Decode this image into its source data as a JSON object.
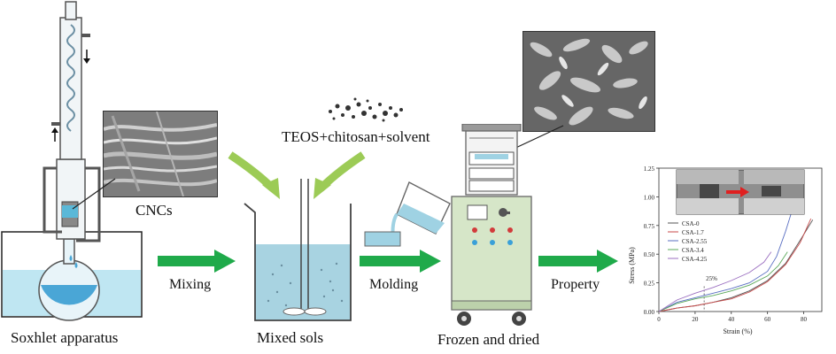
{
  "labels": {
    "soxhlet": "Soxhlet apparatus",
    "cncs": "CNCs",
    "teos": "TEOS+chitosan+solvent",
    "mixed": "Mixed sols",
    "frozen": "Frozen and dried",
    "mixing": "Mixing",
    "molding": "Molding",
    "property": "Property"
  },
  "colors": {
    "arrow_green": "#1faa4a",
    "curved_arrow": "#9ccb56",
    "water": "#bfe6f2",
    "liquid": "#7cc0d8",
    "freezer": "#d6e6c8"
  },
  "chart_data": {
    "type": "line",
    "xlabel": "Strain (%)",
    "ylabel": "Stress (MPa)",
    "xlim": [
      0,
      90
    ],
    "ylim": [
      0,
      1.25
    ],
    "xticks": [
      "0",
      "20",
      "40",
      "60",
      "80"
    ],
    "yticks": [
      "0.00",
      "0.25",
      "0.50",
      "0.75",
      "1.00",
      "1.25"
    ],
    "annotation": "25%",
    "annotation_x": 25,
    "legend_position": "top-left",
    "series": [
      {
        "name": "CSA-0",
        "color": "#555555",
        "x": [
          0,
          10,
          20,
          30,
          40,
          50,
          60,
          70,
          78,
          85
        ],
        "y": [
          0,
          0.03,
          0.05,
          0.08,
          0.12,
          0.18,
          0.27,
          0.42,
          0.62,
          0.8
        ]
      },
      {
        "name": "CSA-1.7",
        "color": "#c84a4a",
        "x": [
          0,
          10,
          20,
          30,
          40,
          50,
          60,
          70,
          78,
          84
        ],
        "y": [
          0,
          0.03,
          0.05,
          0.08,
          0.11,
          0.17,
          0.26,
          0.41,
          0.6,
          0.81
        ]
      },
      {
        "name": "CSA-2.55",
        "color": "#5a6fc2",
        "x": [
          0,
          10,
          20,
          30,
          40,
          50,
          60,
          65,
          70,
          73
        ],
        "y": [
          0,
          0.08,
          0.12,
          0.16,
          0.2,
          0.25,
          0.35,
          0.48,
          0.7,
          0.85
        ]
      },
      {
        "name": "CSA-3.4",
        "color": "#5aa85a",
        "x": [
          0,
          10,
          20,
          30,
          40,
          50,
          60,
          66,
          71
        ],
        "y": [
          0,
          0.07,
          0.11,
          0.14,
          0.18,
          0.23,
          0.31,
          0.4,
          0.52
        ]
      },
      {
        "name": "CSA-4.25",
        "color": "#9b6fc0",
        "x": [
          0,
          10,
          20,
          30,
          40,
          50,
          58,
          62
        ],
        "y": [
          0,
          0.1,
          0.16,
          0.21,
          0.27,
          0.34,
          0.43,
          0.52
        ]
      }
    ]
  }
}
